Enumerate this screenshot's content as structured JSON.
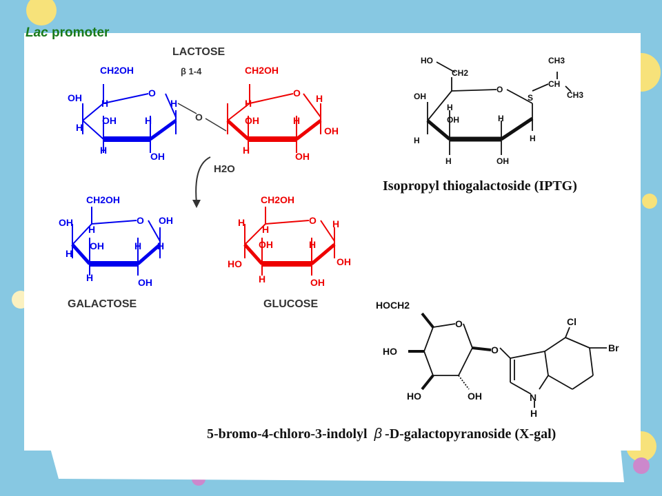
{
  "title": {
    "italic": "Lac",
    "rest": " promoter"
  },
  "lactose": {
    "label": "LACTOSE",
    "bond": "β 1-4",
    "ring_o": "O",
    "bridge_o": "O",
    "left": {
      "ch2oh": "CH2OH",
      "oh_left": "OH",
      "h1": "H",
      "h_top": "H",
      "oh_mid": "OH",
      "h_left": "H",
      "h_bl": "H",
      "oh_b": "OH",
      "h_r": "H"
    },
    "right": {
      "ch2oh": "CH2OH",
      "h_top": "H",
      "oh_mid": "OH",
      "h_r1": "H",
      "h_rt": "H",
      "oh_r": "OH",
      "h_bl": "H",
      "oh_b": "OH"
    }
  },
  "hydrolysis": "H2O",
  "galactose": {
    "label": "GALACTOSE",
    "ch2oh": "CH2OH",
    "ring_o": "O",
    "oh_anomeric": "OH",
    "oh_left": "OH",
    "h1": "H",
    "oh_mid": "OH",
    "h_mr": "H",
    "h_left": "H",
    "h_r": "H",
    "h_b": "H",
    "oh_b": "OH"
  },
  "glucose": {
    "label": "GLUCOSE",
    "ch2oh": "CH2OH",
    "ring_o": "O",
    "h_left": "H",
    "h_anomeric": "H",
    "h_top": "H",
    "oh_mid": "OH",
    "h_mr": "H",
    "oh_r": "OH",
    "ho_left": "HO",
    "h_b": "H",
    "oh_b": "OH"
  },
  "iptg": {
    "caption": "Isopropyl thiogalactoside (IPTG)",
    "ho_top": "HO",
    "ch2": "CH2",
    "ring_o": "O",
    "s": "S",
    "ch3_top": "CH3",
    "ch": "CH",
    "ch3_r": "CH3",
    "oh_left": "OH",
    "h_top": "H",
    "oh_mid": "OH",
    "h_mr": "H",
    "h_r": "H",
    "h_left": "H",
    "h_b": "H",
    "oh_b": "OH"
  },
  "xgal": {
    "caption_prefix": "5-bromo-4-chloro-3-indolyl",
    "caption_beta": "β",
    "caption_suffix": "-D-galactopyranoside (X-gal)",
    "hoch2": "HOCH2",
    "ring_o": "O",
    "link_o": "O",
    "ho_left": "HO",
    "ho_bl": "HO",
    "oh_b": "OH",
    "cl": "Cl",
    "br": "Br",
    "n": "N",
    "h": "H"
  },
  "colors": {
    "galactose": "#0000ee",
    "glucose": "#ee0000",
    "title": "#1a7a1a",
    "background": "#87c8e2",
    "dot_yellow": "#f7e27a",
    "dot_pink": "#cc88cc"
  }
}
